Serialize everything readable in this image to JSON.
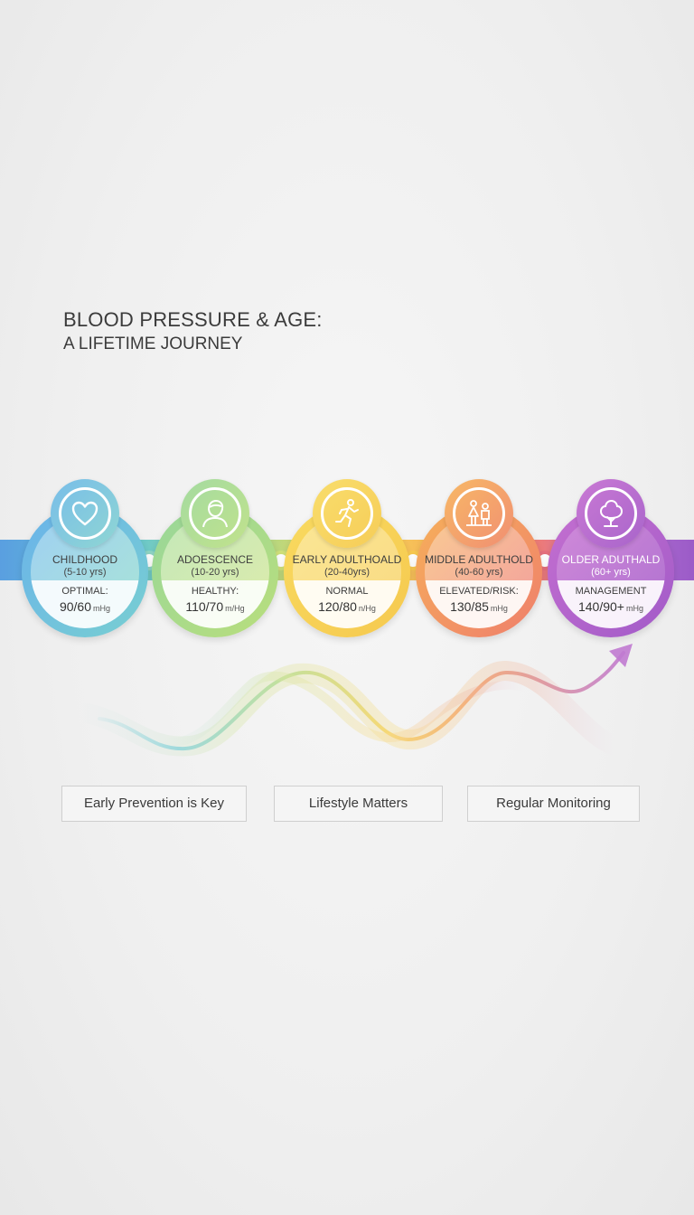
{
  "title": {
    "line1": "BLOOD PRESSURE & AGE:",
    "line2": "A LIFETIME JOURNEY"
  },
  "stages": [
    {
      "name": "CHILDHOOD",
      "range": "(5-10 yrs)",
      "status": "OPTIMAL:",
      "value": "90/60",
      "unit": "mHg",
      "icon": "heart-icon"
    },
    {
      "name": "ADOESCENCE",
      "range": "(10-20 yrs)",
      "status": "HEALTHY:",
      "value": "110/70",
      "unit": "m/Hg",
      "icon": "teen-person-icon"
    },
    {
      "name": "EARLY ADULTHOALD",
      "range": "(20-40yrs)",
      "status": "NORMAL",
      "value": "120/80",
      "unit": "n/Hg",
      "icon": "running-person-icon"
    },
    {
      "name": "MIDDLE ADULTHOLD",
      "range": "(40-60 yrs)",
      "status": "ELEVATED/RISK:",
      "value": "130/85",
      "unit": "mHg",
      "icon": "family-icon"
    },
    {
      "name": "OLDER ADUTHALD",
      "range": "(60+ yrs)",
      "status": "MANAGEMENT",
      "value": "140/90+",
      "unit": "mHg",
      "icon": "tree-icon"
    }
  ],
  "takeaways": [
    "Early Prevention is Key",
    "Lifestyle Matters",
    "Regular Monitoring"
  ],
  "colors": {
    "childhood": "#6ab3ea",
    "adolescence": "#a3d88b",
    "early_adulthood": "#f6d45a",
    "middle_adulthood": "#f39a63",
    "older_adulthood": "#b16fd0"
  }
}
